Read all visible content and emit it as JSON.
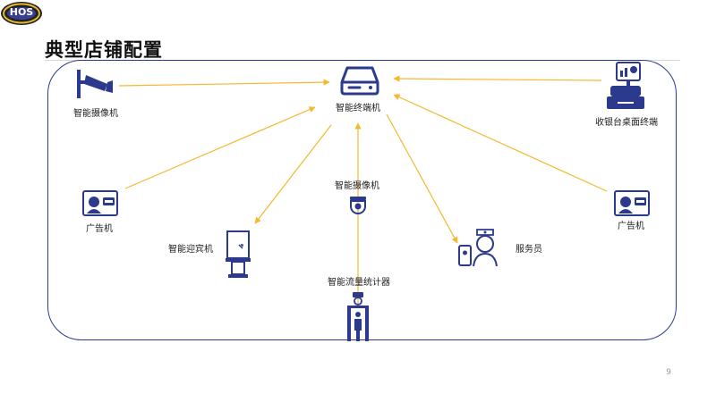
{
  "logo": {
    "text": "HOS"
  },
  "title": "典型店铺配置",
  "page_number": "9",
  "colors": {
    "primary": "#2b3a8c",
    "arrow": "#f5b82e",
    "text": "#222222"
  },
  "nodes": {
    "terminal": {
      "label": "智能终端机",
      "icon": "server-terminal-icon"
    },
    "camera_top": {
      "label": "智能摄像机",
      "icon": "cctv-camera-icon"
    },
    "pos": {
      "label": "收银台桌面终端",
      "icon": "pos-register-icon"
    },
    "ad_left": {
      "label": "广告机",
      "icon": "ad-screen-icon"
    },
    "ad_right": {
      "label": "广告机",
      "icon": "ad-screen-icon"
    },
    "camera_center": {
      "label": "智能摄像机",
      "icon": "dome-camera-icon"
    },
    "greeter": {
      "label": "智能迎宾机",
      "icon": "greeter-kiosk-icon"
    },
    "staff": {
      "label": "服务员",
      "icon": "staff-tablet-icon"
    },
    "counter": {
      "label": "智能流量统计器",
      "icon": "people-counter-gate-icon"
    }
  }
}
